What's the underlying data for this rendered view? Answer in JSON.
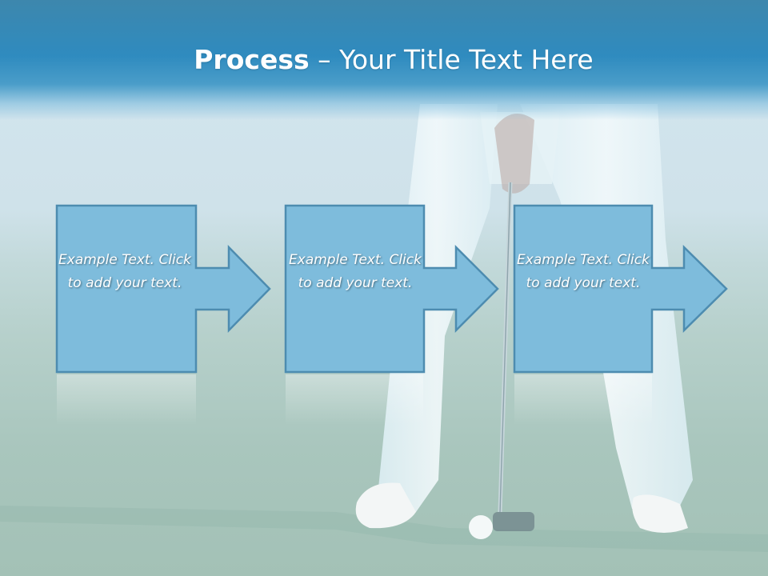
{
  "title": {
    "bold": "Process",
    "rest": " – Your Title Text Here"
  },
  "steps": [
    {
      "text": "Example Text. Click to add your text."
    },
    {
      "text": "Example Text. Click to add your text."
    },
    {
      "text": "Example Text. Click to add your text."
    }
  ],
  "colors": {
    "title_band": "#2f8bbf",
    "shape_fill": "#7ebcdc",
    "shape_stroke": "#4d8cb0"
  }
}
